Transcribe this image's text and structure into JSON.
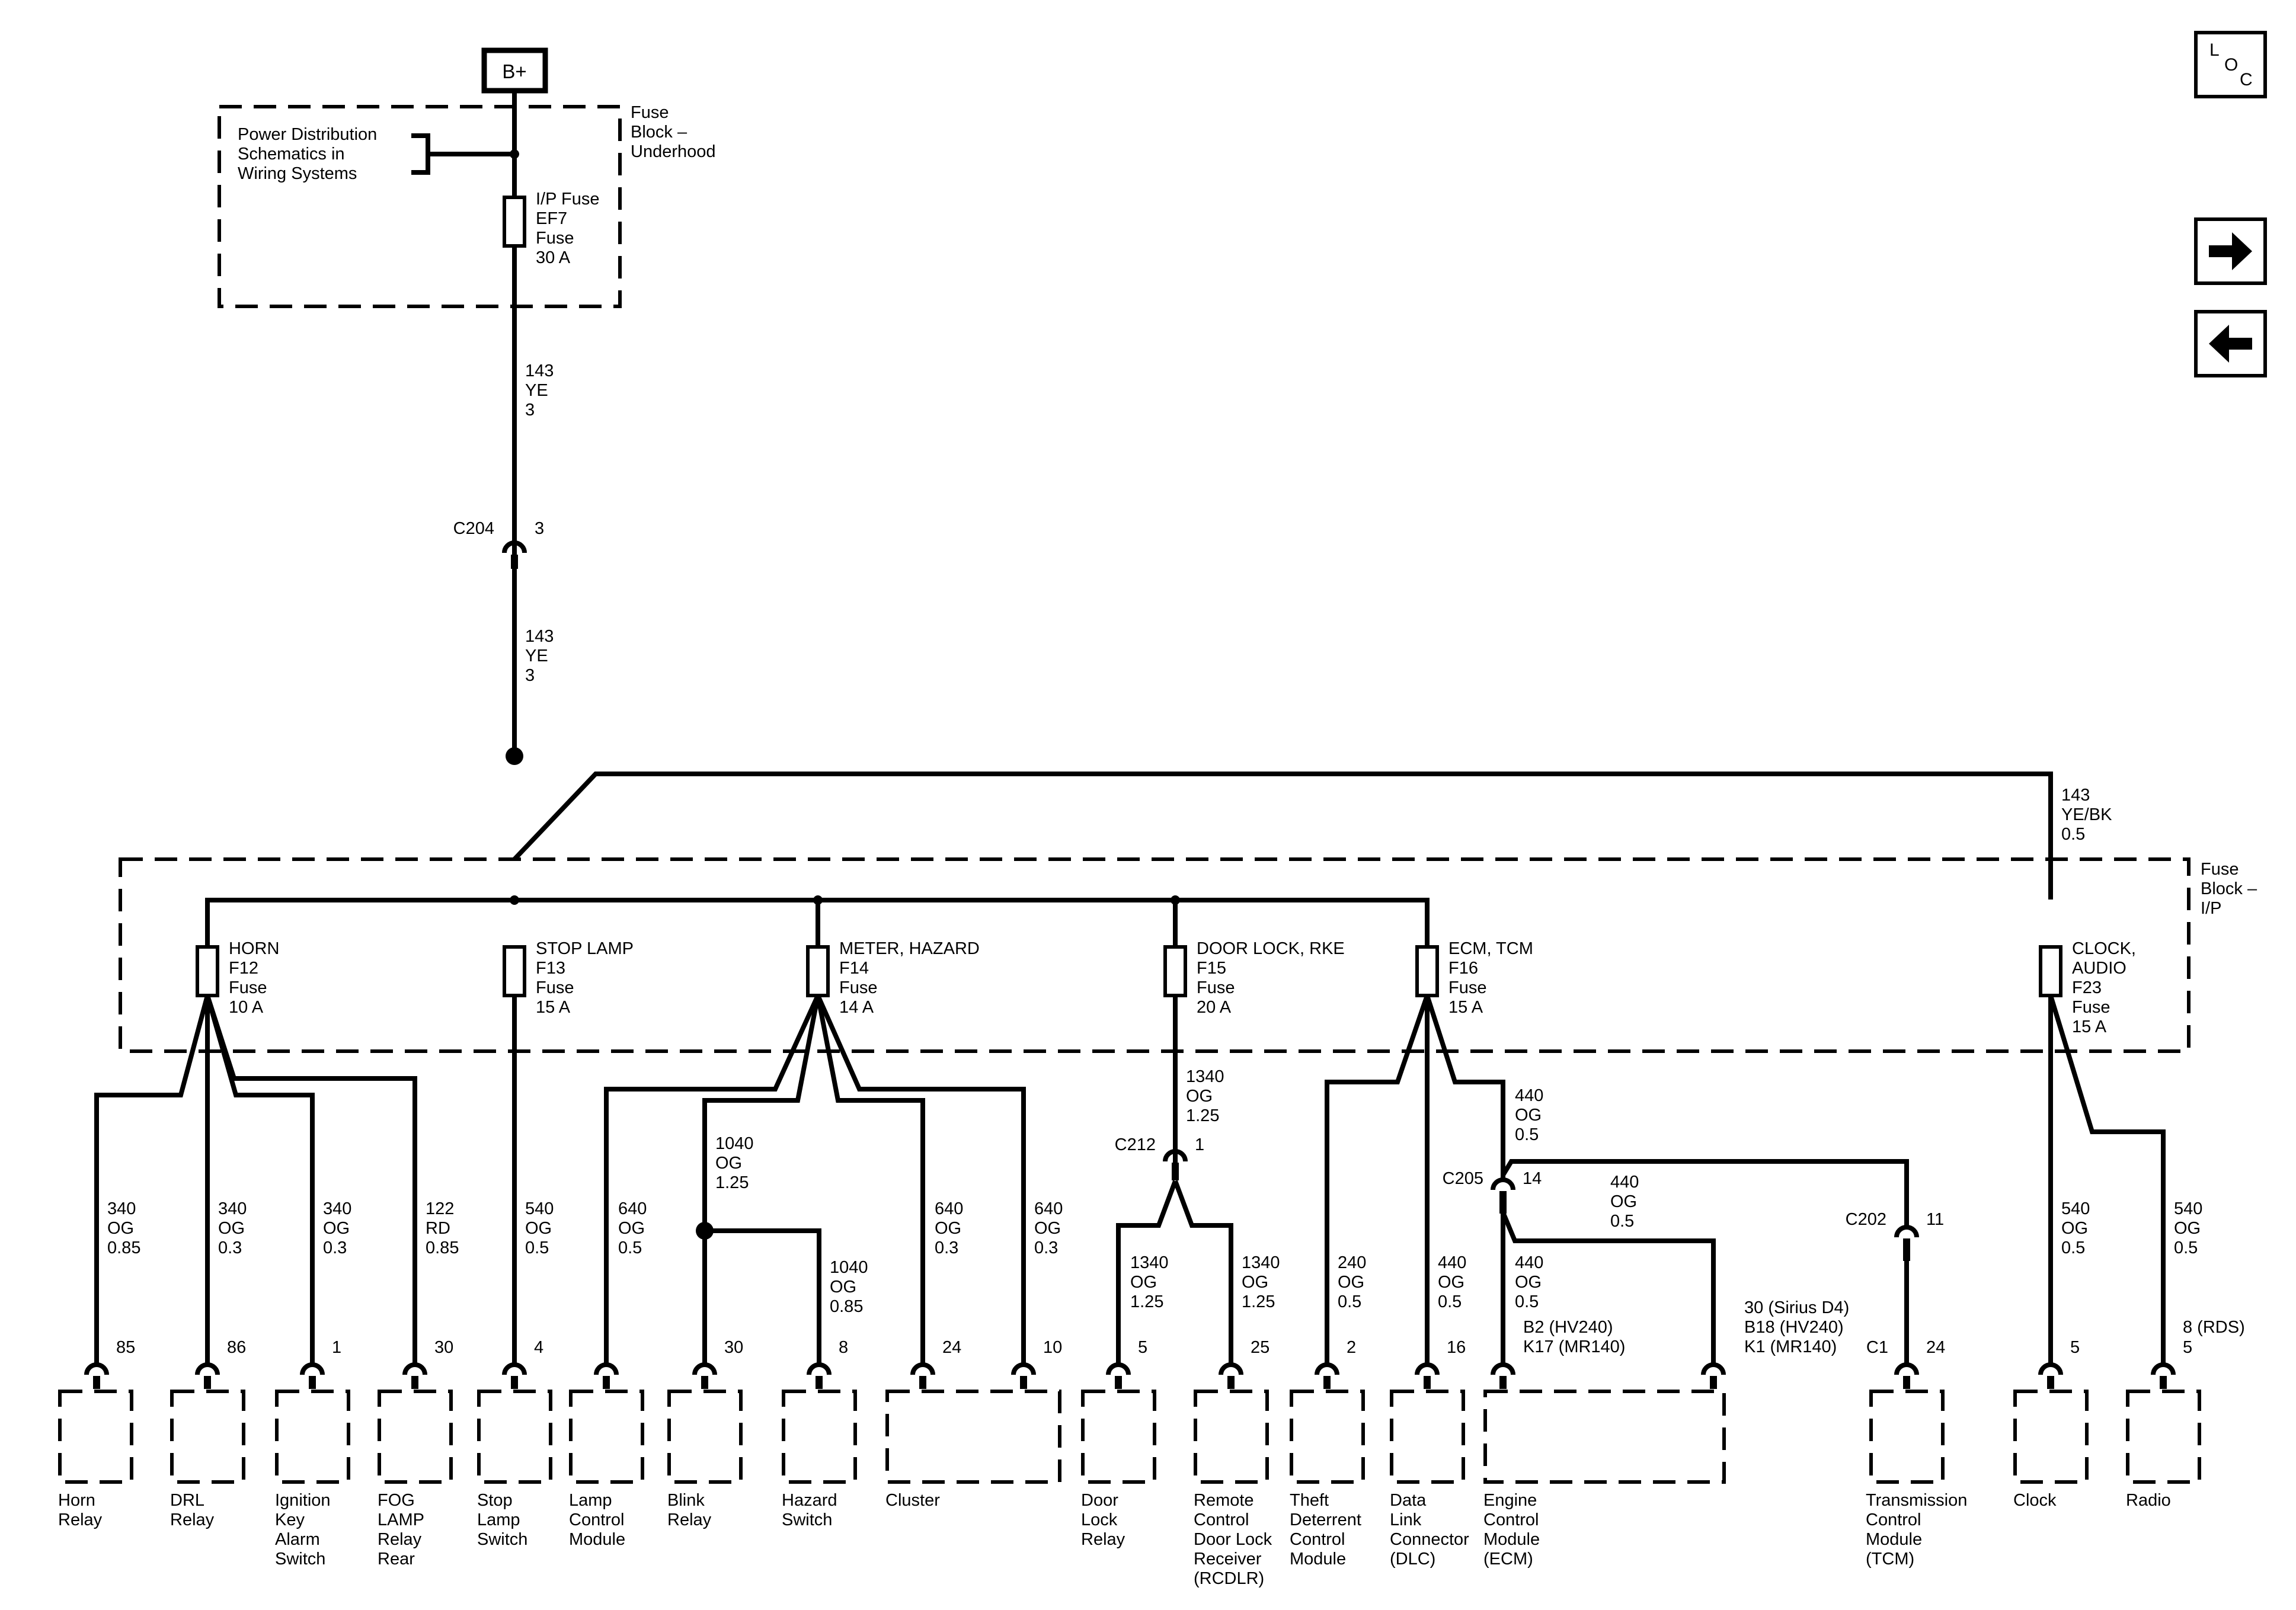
{
  "nav": {
    "loc": [
      "L",
      "O",
      "C"
    ],
    "next": "next-page",
    "prev": "previous-page"
  },
  "battery": "B+",
  "power_ref": [
    "Power Distribution",
    "Schematics in",
    "Wiring Systems"
  ],
  "fuse_block_underhood": [
    "Fuse",
    "Block –",
    "Underhood"
  ],
  "fuse_block_ip": [
    "Fuse",
    "Block –",
    "I/P"
  ],
  "ip_fuse": [
    "I/P Fuse",
    "EF7",
    "Fuse",
    "30 A"
  ],
  "wire_143_a": [
    "143",
    "YE",
    "3"
  ],
  "c204": {
    "name": "C204",
    "pin": "3"
  },
  "wire_143_b": [
    "143",
    "YE",
    "3"
  ],
  "wire_143_ye_bk": [
    "143",
    "YE/BK",
    "0.5"
  ],
  "fuses": {
    "horn": [
      "HORN",
      "F12",
      "Fuse",
      "10 A"
    ],
    "stop": [
      "STOP LAMP",
      "F13",
      "Fuse",
      "15 A"
    ],
    "meter": [
      "METER, HAZARD",
      "F14",
      "Fuse",
      "14 A"
    ],
    "door": [
      "DOOR LOCK, RKE",
      "F15",
      "Fuse",
      "20 A"
    ],
    "ecm": [
      "ECM, TCM",
      "F16",
      "Fuse",
      "15 A"
    ],
    "clock": [
      "CLOCK,",
      "AUDIO",
      "F23",
      "Fuse",
      "15 A"
    ]
  },
  "wires": {
    "horn_relay": [
      "340",
      "OG",
      "0.85"
    ],
    "drl_relay": [
      "340",
      "OG",
      "0.3"
    ],
    "ign_key": [
      "340",
      "OG",
      "0.3"
    ],
    "fog": [
      "122",
      "RD",
      "0.85"
    ],
    "stop_sw": [
      "540",
      "OG",
      "0.5"
    ],
    "lamp_ctrl": [
      "640",
      "OG",
      "0.5"
    ],
    "blink_trunk": [
      "1040",
      "OG",
      "1.25"
    ],
    "hazard": [
      "1040",
      "OG",
      "0.85"
    ],
    "cluster_a": [
      "640",
      "OG",
      "0.3"
    ],
    "cluster_b": [
      "640",
      "OG",
      "0.3"
    ],
    "door_trunk": [
      "1340",
      "OG",
      "1.25"
    ],
    "door_relay": [
      "1340",
      "OG",
      "1.25"
    ],
    "rcdlr": [
      "1340",
      "OG",
      "1.25"
    ],
    "theft": [
      "240",
      "OG",
      "0.5"
    ],
    "dlc": [
      "440",
      "OG",
      "0.5"
    ],
    "ecm_trunk": [
      "440",
      "OG",
      "0.5"
    ],
    "tcm": [
      "440",
      "OG",
      "0.5"
    ],
    "ecm": [
      "440",
      "OG",
      "0.5"
    ],
    "clock": [
      "540",
      "OG",
      "0.5"
    ],
    "radio": [
      "540",
      "OG",
      "0.5"
    ]
  },
  "connectors": {
    "c212": {
      "name": "C212",
      "pin": "1"
    },
    "c205": {
      "name": "C205",
      "pin": "14"
    },
    "c202": {
      "name": "C202",
      "pin": "11"
    }
  },
  "pins": {
    "horn_relay": "85",
    "drl_relay": "86",
    "ign_key": "1",
    "fog": "30",
    "stop_sw": "4",
    "blink": "30",
    "hazard": "8",
    "cluster_a": "24",
    "cluster_b": "10",
    "door_relay": "5",
    "rcdlr": "25",
    "theft": "2",
    "dlc": "16",
    "ecm_left": [
      "B2  (HV240)",
      "K17  (MR140)"
    ],
    "ecm_right": [
      "30 (Sirius D4)",
      "B18 (HV240)",
      "K1 (MR140)"
    ],
    "tcm_conn": "C1",
    "tcm": "24",
    "clock": "5",
    "radio_rds": "8 (RDS)",
    "radio": "5"
  },
  "components": {
    "horn_relay": [
      "Horn",
      "Relay"
    ],
    "drl_relay": [
      "DRL",
      "Relay"
    ],
    "ign_key": [
      "Ignition",
      "Key",
      "Alarm",
      "Switch"
    ],
    "fog": [
      "FOG",
      "LAMP",
      "Relay",
      "Rear"
    ],
    "stop_sw": [
      "Stop",
      "Lamp",
      "Switch"
    ],
    "lamp_ctrl": [
      "Lamp",
      "Control",
      "Module"
    ],
    "blink": [
      "Blink",
      "Relay"
    ],
    "hazard": [
      "Hazard",
      "Switch"
    ],
    "cluster": [
      "Cluster"
    ],
    "door_relay": [
      "Door",
      "Lock",
      "Relay"
    ],
    "rcdlr": [
      "Remote",
      "Control",
      "Door Lock",
      "Receiver",
      "(RCDLR)"
    ],
    "theft": [
      "Theft",
      "Deterrent",
      "Control",
      "Module"
    ],
    "dlc": [
      "Data",
      "Link",
      "Connector",
      "(DLC)"
    ],
    "ecm": [
      "Engine",
      "Control",
      "Module",
      "(ECM)"
    ],
    "tcm": [
      "Transmission",
      "Control",
      "Module",
      "(TCM)"
    ],
    "clock": [
      "Clock"
    ],
    "radio": [
      "Radio"
    ]
  }
}
